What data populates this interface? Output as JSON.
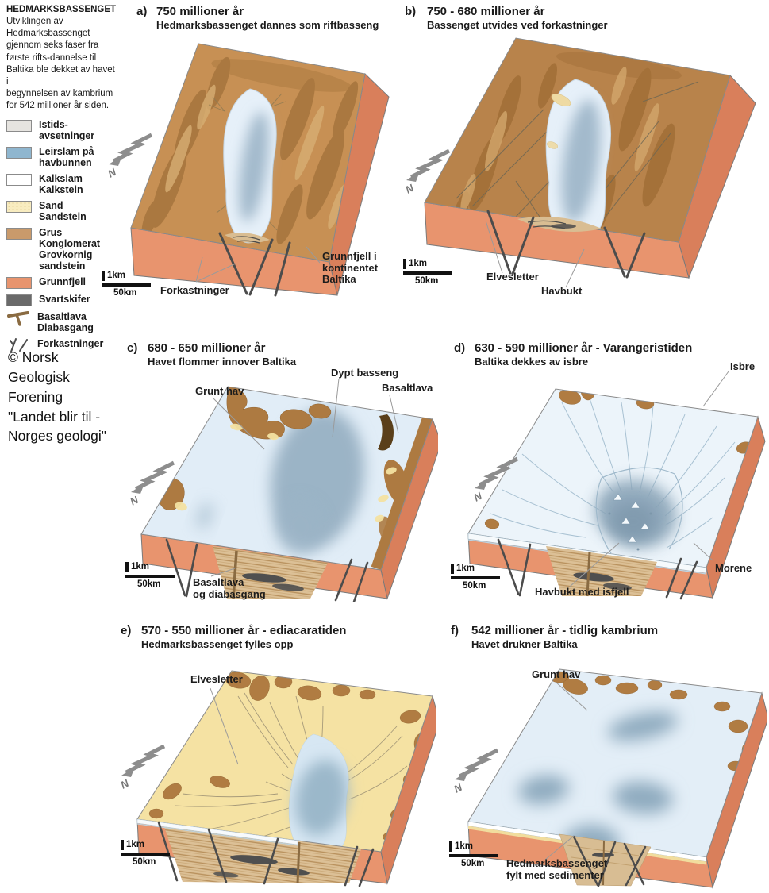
{
  "header": {
    "title": "HEDMARKSBASSENGET",
    "description": "Utviklingen av\nHedmarksbassenget\ngjennom seks faser fra\nførste rifts-dannelse til\nBaltika ble dekket av havet i\nbegynnelsen av kambrium\nfor 542 millioner år siden."
  },
  "legend": {
    "items": [
      {
        "id": "istidsavsetninger",
        "label": "Istids-\navsetninger",
        "color": "#e6e4e0"
      },
      {
        "id": "leirslam",
        "label": "Leirslam på\nhavbunnen",
        "color": "#8fb6cf"
      },
      {
        "id": "kalkslam",
        "label": "Kalkslam\nKalkstein",
        "color": "#ffffff"
      },
      {
        "id": "sand",
        "label": "Sand\nSandstein",
        "color": "#f8ecc0"
      },
      {
        "id": "grus",
        "label": "Grus\nKonglomerat\nGrovkornig\nsandstein",
        "color": "#c99a6b"
      },
      {
        "id": "grunnfjell",
        "label": "Grunnfjell",
        "color": "#e8946e"
      },
      {
        "id": "svartskifer",
        "label": "Svartskifer",
        "color": "#6a6a6a"
      },
      {
        "id": "basaltlava",
        "label": "Basaltlava\nDiabasgang",
        "color": "#8a6b42"
      },
      {
        "id": "forkastninger",
        "label": "Forkastninger",
        "color": "#4c4c4c"
      }
    ]
  },
  "copyright": "© Norsk\nGeologisk\nForening\n\"Landet blir til -\nNorges geologi\"",
  "compass": {
    "label": "N"
  },
  "colors": {
    "basement_front": "#e8946e",
    "basement_side": "#d97f5b",
    "highland_brown": "#b9854d",
    "sand_yellow": "#f5e2a3",
    "sea_light": "#e3eef7",
    "sea_deep": "#9cb5c7",
    "ice": "#ecf4fa",
    "basalt_brown": "#8a6b42",
    "fault_gray": "#4c4c4c"
  },
  "panels": {
    "a": {
      "letter": "a)",
      "age": "750 millioner år",
      "subtitle": "Hedmarksbassenget dannes som riftbasseng",
      "scale_v": "1km",
      "scale_h": "50km",
      "labels": {
        "forkastninger": "Forkastninger",
        "grunnfjell": "Grunnfjell i\nkontinentet\nBaltika"
      }
    },
    "b": {
      "letter": "b)",
      "age": "750 - 680 millioner år",
      "subtitle": "Bassenget utvides ved forkastninger",
      "scale_v": "1km",
      "scale_h": "50km",
      "labels": {
        "elvesletter": "Elvesletter",
        "havbukt": "Havbukt"
      }
    },
    "c": {
      "letter": "c)",
      "age": "680 - 650 millioner år",
      "subtitle": "Havet flommer innover Baltika",
      "scale_v": "1km",
      "scale_h": "50km",
      "labels": {
        "grunt_hav": "Grunt hav",
        "dypt_basseng": "Dypt basseng",
        "basaltlava": "Basaltlava",
        "basalt_diabas": "Basaltlava\nog diabasgang"
      }
    },
    "d": {
      "letter": "d)",
      "age": "630 - 590 millioner år - Varangeristiden",
      "subtitle": "Baltika dekkes av isbre",
      "scale_v": "1km",
      "scale_h": "50km",
      "labels": {
        "isbre": "Isbre",
        "havbukt_isfjell": "Havbukt med isfjell",
        "morene": "Morene"
      }
    },
    "e": {
      "letter": "e)",
      "age": "570 - 550 millioner år - ediacaratiden",
      "subtitle": "Hedmarksbassenget fylles opp",
      "scale_v": "1km",
      "scale_h": "50km",
      "labels": {
        "elvesletter": "Elvesletter"
      }
    },
    "f": {
      "letter": "f)",
      "age": "542 millioner år - tidlig kambrium",
      "subtitle": "Havet drukner Baltika",
      "scale_v": "1km",
      "scale_h": "50km",
      "labels": {
        "grunt_hav": "Grunt hav",
        "fylt": "Hedmarksbassenget\nfylt med sedimenter"
      }
    }
  }
}
